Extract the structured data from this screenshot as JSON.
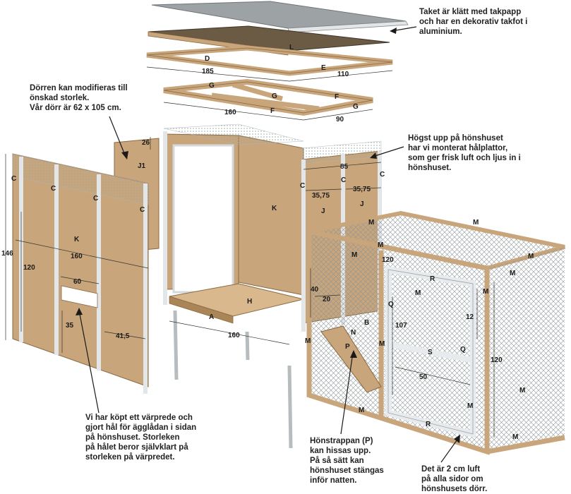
{
  "notes": {
    "roof": [
      "Taket är klätt med takpapp",
      "och har en dekorativ takfot i",
      "aluminium."
    ],
    "door": [
      "Dörren kan modifieras till",
      "önskad storlek.",
      "Vår dörr är 62 x 105 cm."
    ],
    "vents": [
      "Högst upp på hönshuset",
      "har vi monterat hålplattor,",
      "som ger frisk luft och ljus in i",
      "hönshuset."
    ],
    "nest": [
      "Vi har köpt ett värprede och",
      "gjort hål för ägglådan i sidan",
      "på hönshuset. Storleken",
      "på hålet beror självklart på",
      "storleken på värpredet."
    ],
    "ramp": [
      "Hönstrappan (P)",
      "kan hissas upp.",
      "På så sätt kan",
      "hönshuset stängas",
      "inför natten."
    ],
    "gap": [
      "Det är 2 cm luft",
      "på alla sidor om",
      "hönshusets dörr."
    ]
  },
  "labels": {
    "L": "L",
    "D": "D",
    "E": "E",
    "F": "F",
    "G": "G",
    "K": "K",
    "J1": "J1",
    "J": "J",
    "C": "C",
    "H": "H",
    "A": "A",
    "M": "M",
    "R": "R",
    "Q": "Q",
    "S": "S",
    "N": "N",
    "B": "B",
    "P": "P"
  },
  "dims": {
    "d185": "185",
    "d110": "110",
    "d160": "160",
    "d90": "90",
    "d26": "26",
    "d85": "85",
    "d3575": "35,75",
    "d146": "146",
    "d120": "120",
    "d60": "60",
    "d35": "35",
    "d415": "41,5",
    "d40": "40",
    "d20": "20",
    "d107": "107",
    "d12": "12",
    "d50": "50"
  },
  "colors": {
    "wood": "#c8a57a",
    "wood_dark": "#a98558",
    "roof_paper": "#9da3a5",
    "aluminium": "#e3e6e8",
    "mesh": "#8d9597",
    "text": "#222222"
  }
}
